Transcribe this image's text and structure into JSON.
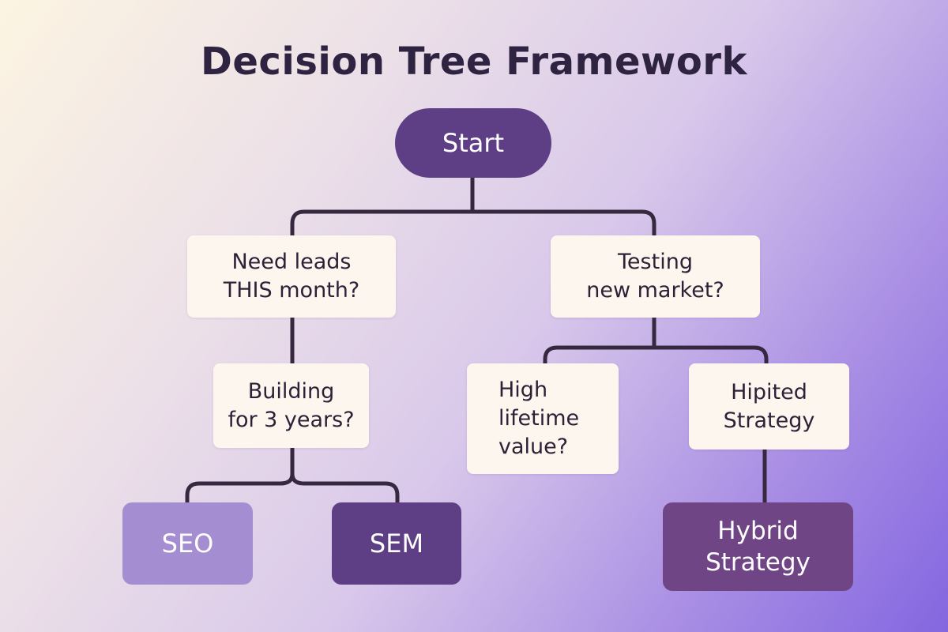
{
  "title": "Decision Tree Framework",
  "nodes": {
    "start": "Start",
    "need_leads": "Need leads\nTHIS month?",
    "testing_market": "Testing\nnew market?",
    "building": "Building\nfor 3 years?",
    "high_ltv": "High\nlifetime\nvalue?",
    "hipited": "Hipited\nStrategy",
    "seo": "SEO",
    "sem": "SEM",
    "hybrid": "Hybrid\nStrategy"
  },
  "colors": {
    "start": "#5e3f86",
    "question": "#fcf6ee",
    "seo": "#a58dd1",
    "sem": "#5e3f86",
    "hybrid": "#6f4585",
    "connector": "#35283f",
    "title": "#2e2340"
  }
}
